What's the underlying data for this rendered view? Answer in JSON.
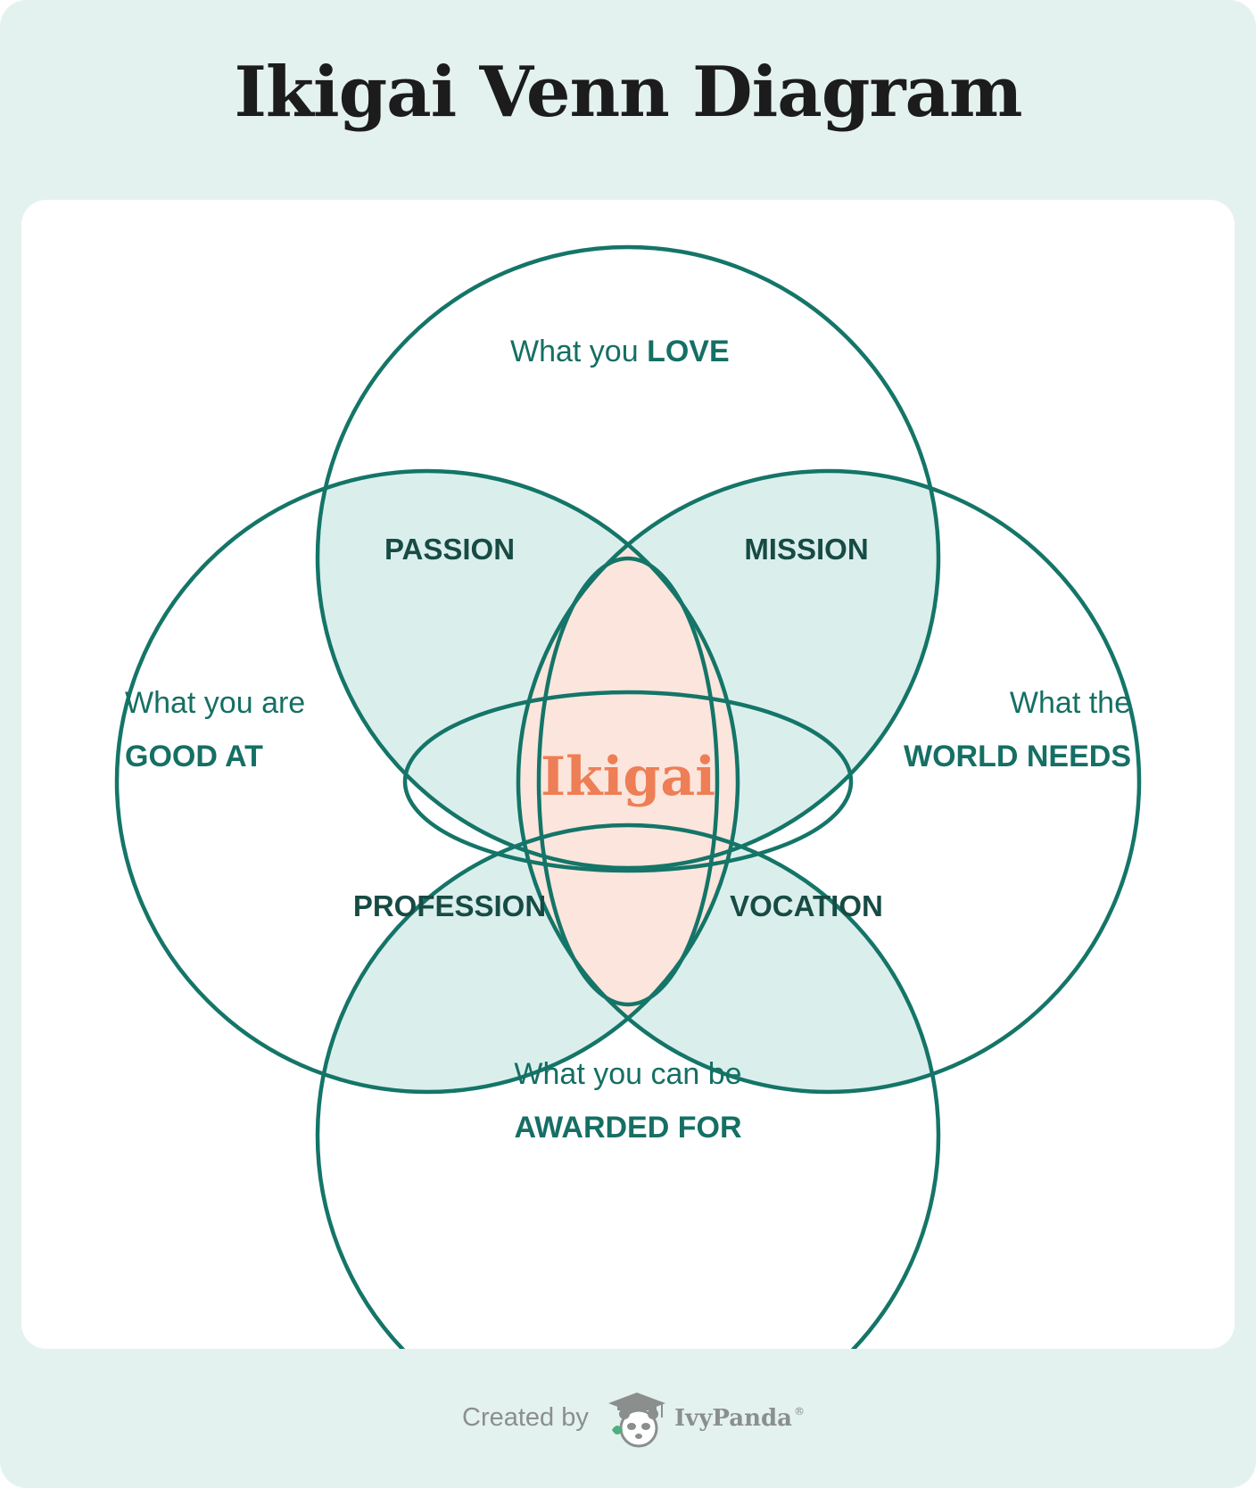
{
  "title": "Ikigai Venn Diagram",
  "circles": {
    "love": {
      "text": "What you ",
      "bold": "LOVE"
    },
    "good_at": {
      "line1": "What you are",
      "line2": "GOOD AT"
    },
    "world_needs": {
      "line1": "What the",
      "line2": "WORLD NEEDS"
    },
    "awarded": {
      "line1": "What you can be",
      "line2": "AWARDED FOR"
    }
  },
  "overlaps": {
    "passion": "PASSION",
    "mission": "MISSION",
    "profession": "PROFESSION",
    "vocation": "VOCATION"
  },
  "center": "Ikigai",
  "footer": {
    "created_by": "Created by",
    "brand": "IvyPanda",
    "registered": "®"
  },
  "colors": {
    "background": "#e4f2ef",
    "card": "#ffffff",
    "circle_stroke": "#147568",
    "overlap_fill": "#daefec",
    "center_fill": "#fbe5dc",
    "center_text": "#ee7e55",
    "label_text": "#156f64",
    "zone_text": "#174b44"
  }
}
